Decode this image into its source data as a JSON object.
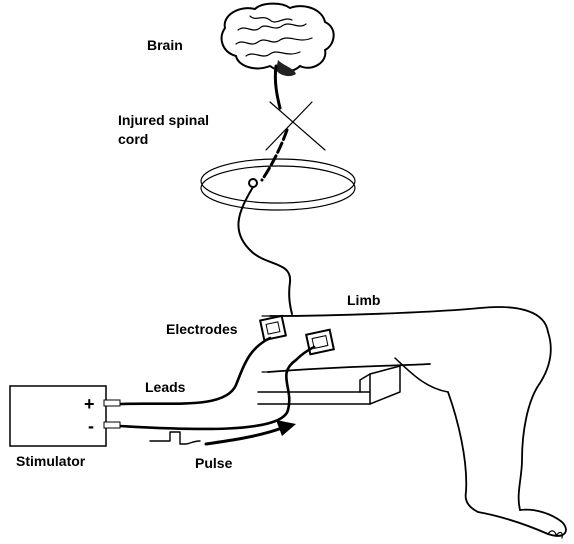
{
  "labels": {
    "brain": "Brain",
    "injured_line1": "Injured spinal",
    "injured_line2": "cord",
    "limb": "Limb",
    "electrodes": "Electrodes",
    "leads": "Leads",
    "plus": "+",
    "minus": "-",
    "stimulator": "Stimulator",
    "pulse": "Pulse"
  }
}
